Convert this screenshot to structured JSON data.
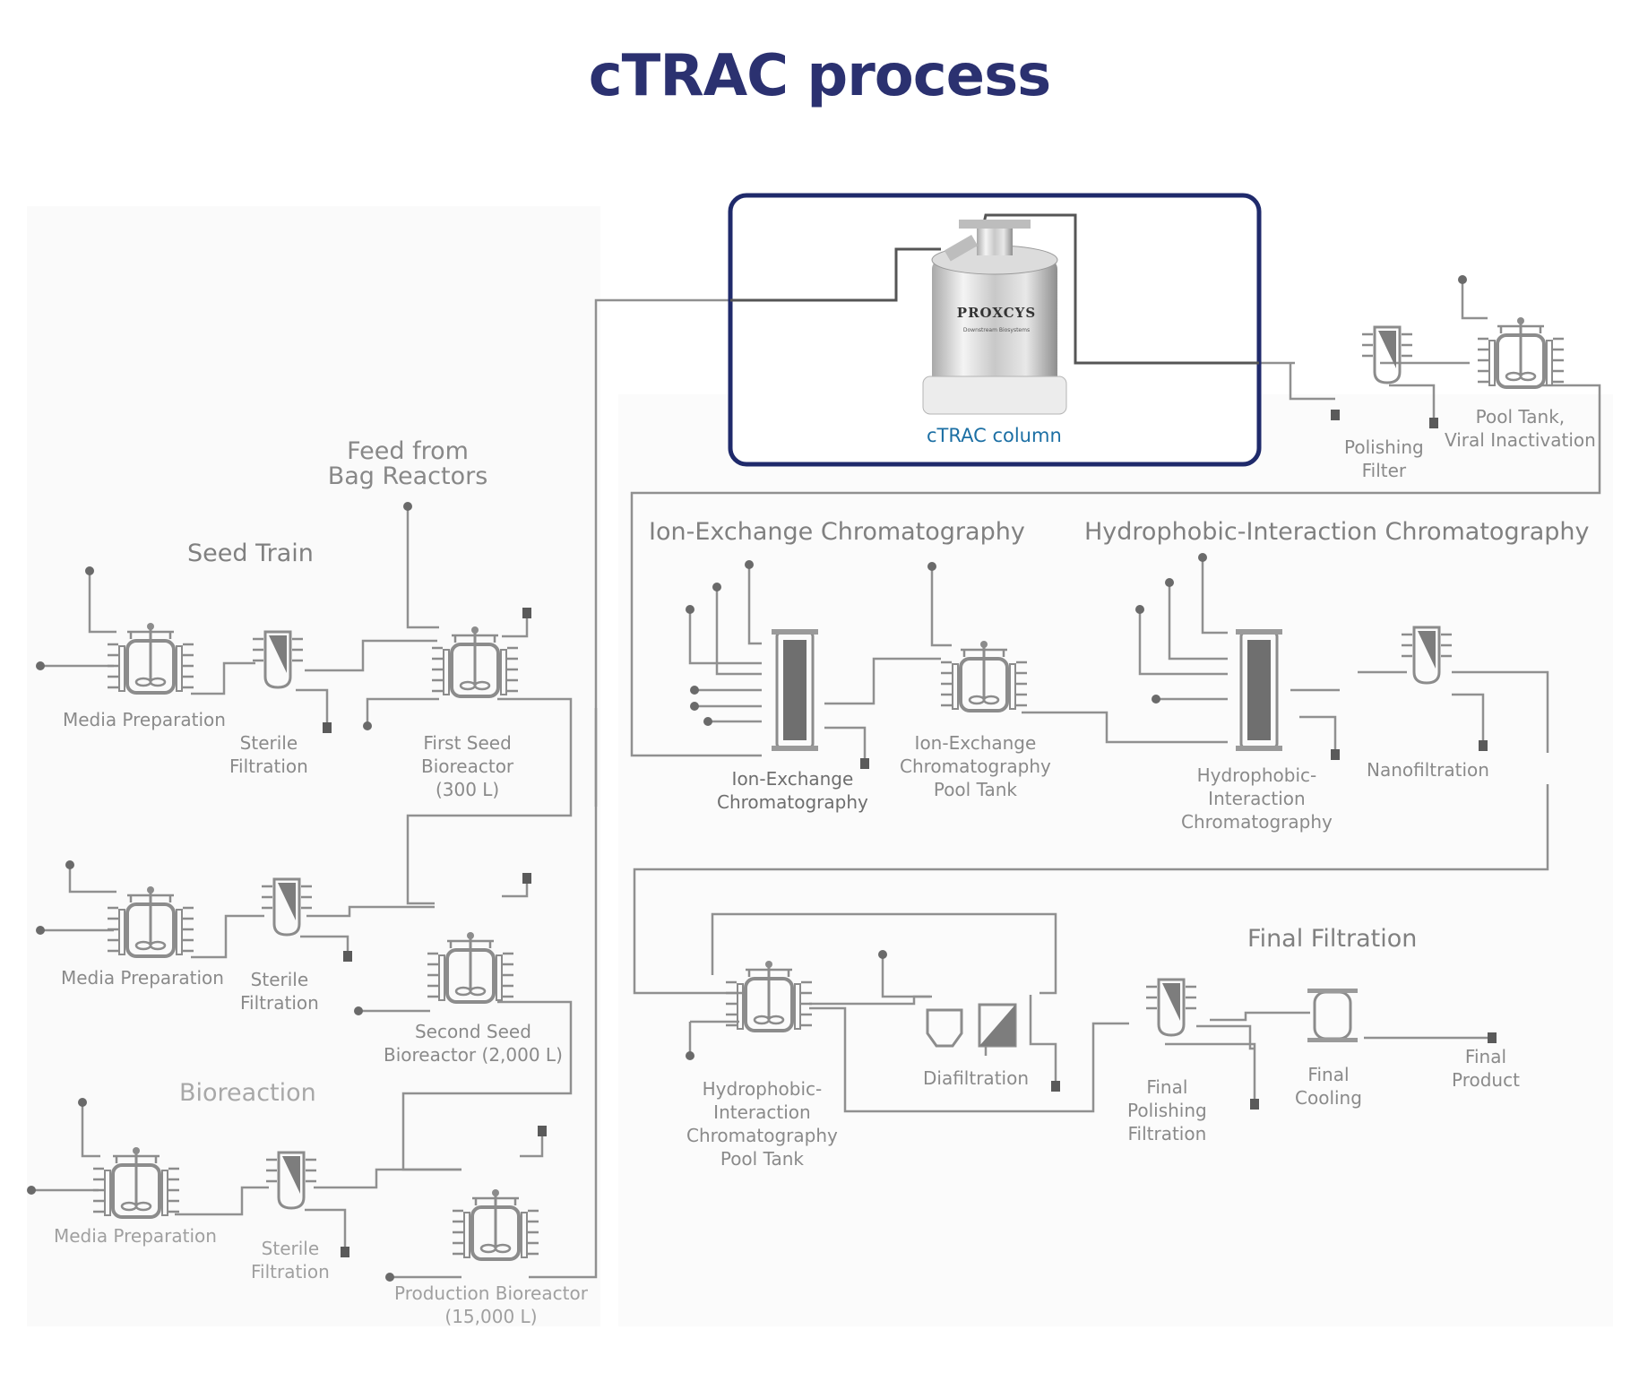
{
  "title": "cTRAC process",
  "column": {
    "label": "cTRAC column",
    "brand": "PROXCYS",
    "tagline": "Downstream Biosystems"
  },
  "feed": {
    "line1": "Feed from",
    "line2": "Bag Reactors"
  },
  "sections": {
    "seed_train": "Seed Train",
    "bioreaction": "Bioreaction",
    "iex": "Ion-Exchange Chromatography",
    "hic": "Hydrophobic-Interaction Chromatography",
    "final_filtration": "Final Filtration"
  },
  "labels": {
    "media_prep_1": "Media Preparation",
    "sterile_1": [
      "Sterile",
      "Filtration"
    ],
    "first_seed": [
      "First Seed",
      "Bioreactor",
      "(300 L)"
    ],
    "media_prep_2": "Media Preparation",
    "sterile_2": [
      "Sterile",
      "Filtration"
    ],
    "second_seed": [
      "Second Seed",
      "Bioreactor (2,000 L)"
    ],
    "media_prep_3": "Media Preparation",
    "sterile_3": [
      "Sterile",
      "Filtration"
    ],
    "production": [
      "Production Bioreactor",
      "(15,000 L)"
    ],
    "polishing_filter": [
      "Polishing",
      "Filter"
    ],
    "pool_tank": [
      "Pool Tank,",
      "Viral Inactivation"
    ],
    "iex_unit": [
      "Ion-Exchange",
      "Chromatography"
    ],
    "iex_pool": [
      "Ion-Exchange",
      "Chromatography",
      "Pool Tank"
    ],
    "hic_unit": [
      "Hydrophobic-",
      "Interaction",
      "Chromatography"
    ],
    "nanofiltration": "Nanofiltration",
    "hic_pool": [
      "Hydrophobic-",
      "Interaction",
      "Chromatography",
      "Pool Tank"
    ],
    "diafiltration": "Diafiltration",
    "final_polishing": [
      "Final",
      "Polishing",
      "Filtration"
    ],
    "final_cooling": [
      "Final",
      "Cooling"
    ],
    "final_product": [
      "Final",
      "Product"
    ]
  },
  "colors": {
    "title": "#2b3170",
    "highlight_border": "#1f2a6b",
    "column_label": "#1c6fa4",
    "pipe": "#8f8f8f",
    "equipment": "#8c8c8c"
  }
}
